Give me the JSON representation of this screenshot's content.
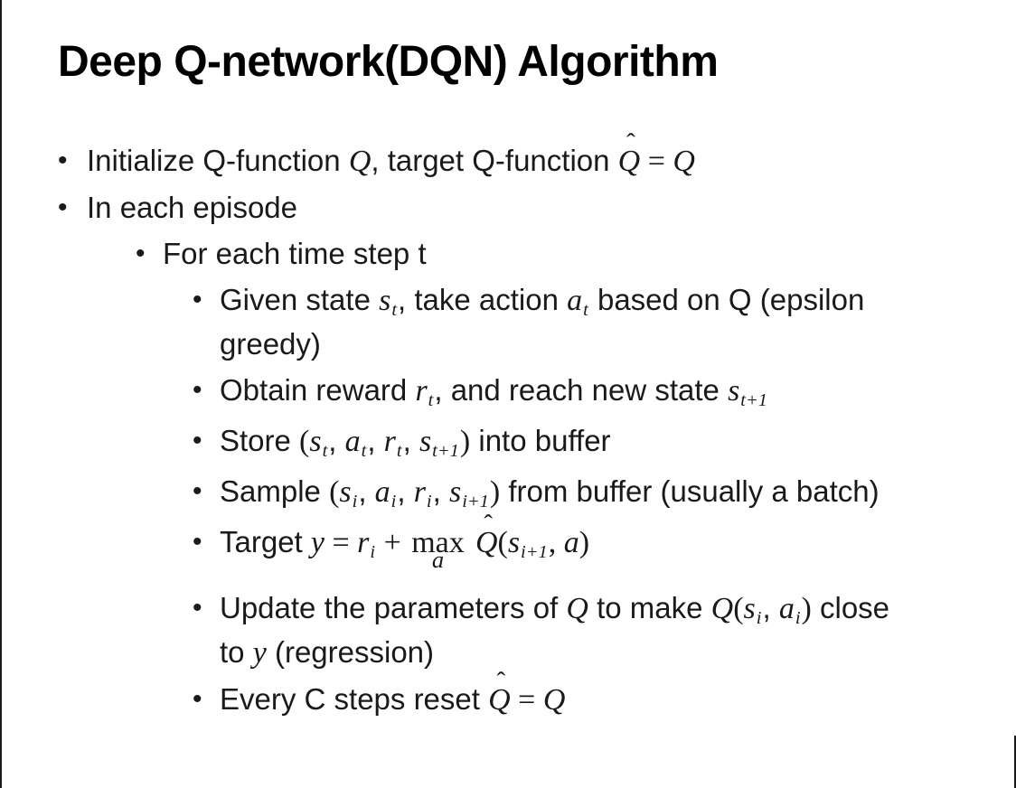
{
  "slide": {
    "title": "Deep Q-network(DQN) Algorithm",
    "bullet_glyph": "•",
    "text_color": "#1a1a1a",
    "background_color": "#ffffff"
  },
  "bullets": [
    {
      "level": 1,
      "name": "bullet-initialize",
      "segments": [
        {
          "p": "Initialize Q-function "
        },
        {
          "m": "Q"
        },
        {
          "p": ", target Q-function "
        },
        {
          "hat": "Q"
        },
        {
          "u": " = "
        },
        {
          "m": "Q"
        }
      ]
    },
    {
      "level": 1,
      "name": "bullet-in-each-episode",
      "segments": [
        {
          "p": "In each episode"
        }
      ]
    },
    {
      "level": 2,
      "name": "bullet-for-each-time-step",
      "segments": [
        {
          "p": "For each time step t"
        }
      ]
    },
    {
      "level": 3,
      "name": "bullet-given-state",
      "segments": [
        {
          "p": "Given state "
        },
        {
          "m": "s"
        },
        {
          "s": "t"
        },
        {
          "p": ", take action "
        },
        {
          "m": "a"
        },
        {
          "s": "t"
        },
        {
          "p": " based on Q (epsilon"
        },
        {
          "br": true
        },
        {
          "p": "greedy)"
        }
      ]
    },
    {
      "level": 3,
      "name": "bullet-obtain-reward",
      "segments": [
        {
          "p": "Obtain reward "
        },
        {
          "m": "r"
        },
        {
          "s": "t"
        },
        {
          "p": ", and reach new state "
        },
        {
          "m": "s"
        },
        {
          "s": "t+1"
        }
      ]
    },
    {
      "level": 3,
      "name": "bullet-store-buffer",
      "segments": [
        {
          "p": "Store "
        },
        {
          "u": "("
        },
        {
          "m": "s"
        },
        {
          "s": "t"
        },
        {
          "p": ", "
        },
        {
          "m": "a"
        },
        {
          "s": "t"
        },
        {
          "p": ", "
        },
        {
          "m": "r"
        },
        {
          "s": "t"
        },
        {
          "p": ", "
        },
        {
          "m": "s"
        },
        {
          "s": "t+1"
        },
        {
          "u": ")"
        },
        {
          "p": " into buffer"
        }
      ]
    },
    {
      "level": 3,
      "name": "bullet-sample-buffer",
      "segments": [
        {
          "p": "Sample "
        },
        {
          "u": "("
        },
        {
          "m": "s"
        },
        {
          "s": "i"
        },
        {
          "p": ", "
        },
        {
          "m": "a"
        },
        {
          "s": "i"
        },
        {
          "p": ", "
        },
        {
          "m": "r"
        },
        {
          "s": "i"
        },
        {
          "p": ", "
        },
        {
          "m": "s"
        },
        {
          "s": "i+1"
        },
        {
          "u": ")"
        },
        {
          "p": " from buffer (usually a batch)"
        }
      ]
    },
    {
      "level": 3,
      "name": "bullet-target",
      "segments": [
        {
          "p": "Target "
        },
        {
          "m": "y"
        },
        {
          "u": " = "
        },
        {
          "m": "r"
        },
        {
          "s": "i"
        },
        {
          "u": " + "
        },
        {
          "stack": {
            "top": "max",
            "bottom": "a"
          }
        },
        {
          "p": " "
        },
        {
          "hat": "Q"
        },
        {
          "u": "("
        },
        {
          "m": "s"
        },
        {
          "s": "i+1"
        },
        {
          "u": ", "
        },
        {
          "m": "a"
        },
        {
          "u": ")"
        }
      ]
    },
    {
      "level": 3,
      "name": "bullet-update-parameters",
      "segments": [
        {
          "p": "Update the parameters of "
        },
        {
          "m": "Q"
        },
        {
          "p": " to make "
        },
        {
          "m": "Q"
        },
        {
          "u": "("
        },
        {
          "m": "s"
        },
        {
          "s": "i"
        },
        {
          "p": ", "
        },
        {
          "m": "a"
        },
        {
          "s": "i"
        },
        {
          "u": ")"
        },
        {
          "p": " close"
        },
        {
          "br": true
        },
        {
          "p": "to "
        },
        {
          "m": "y"
        },
        {
          "p": " (regression)"
        }
      ]
    },
    {
      "level": 3,
      "name": "bullet-reset",
      "segments": [
        {
          "p": "Every C steps reset "
        },
        {
          "hat": "Q"
        },
        {
          "u": " = "
        },
        {
          "m": "Q"
        }
      ]
    }
  ]
}
